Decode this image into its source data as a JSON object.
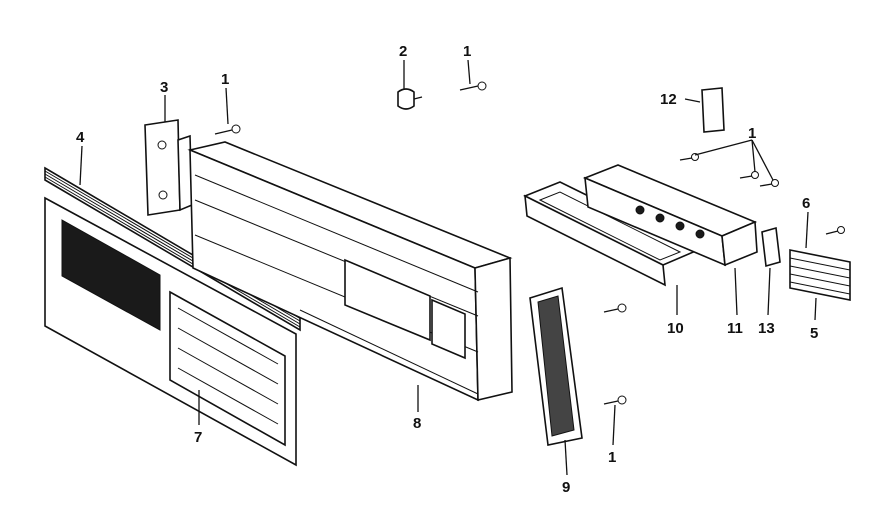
{
  "labels": {
    "screw_top_left": "1",
    "clip": "2",
    "screw_clip": "1",
    "bracket": "3",
    "trim_strip": "4",
    "panel": "7",
    "rail": "8",
    "lens": "9",
    "screw_lens_bottom": "1",
    "bezel": "10",
    "control_housing": "11",
    "label_plate": "12",
    "screws_housing": "1",
    "connector_clip": "13",
    "screw_side": "6",
    "cable": "5"
  }
}
